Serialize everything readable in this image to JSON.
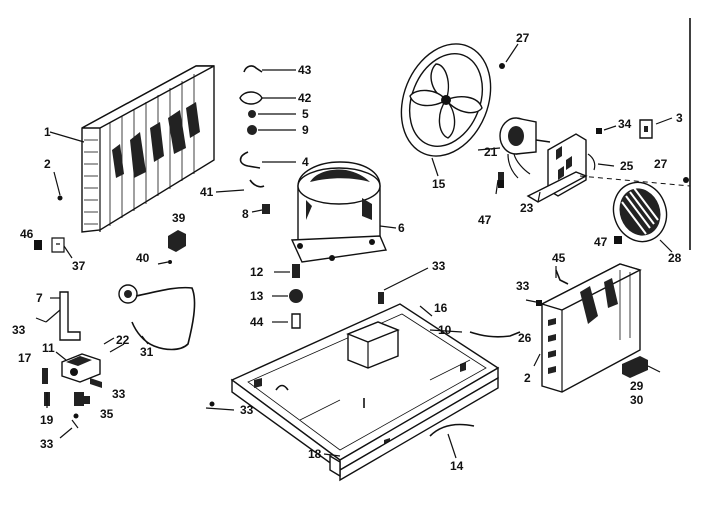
{
  "diagram": {
    "title": "",
    "callouts": [
      "1",
      "2",
      "3",
      "4",
      "5",
      "6",
      "7",
      "8",
      "9",
      "10",
      "11",
      "12",
      "13",
      "14",
      "15",
      "16",
      "17",
      "18",
      "19",
      "21",
      "22",
      "23",
      "25",
      "26",
      "27",
      "28",
      "29",
      "30",
      "31",
      "33",
      "34",
      "35",
      "37",
      "39",
      "40",
      "41",
      "42",
      "43",
      "44",
      "45",
      "46",
      "47"
    ]
  },
  "labels": {
    "l1": "1",
    "l2a": "2",
    "l46": "46",
    "l37": "37",
    "l7": "7",
    "l33a": "33",
    "l11": "11",
    "l22": "22",
    "l17": "17",
    "l33b": "33",
    "l19": "19",
    "l35": "35",
    "l33c": "33",
    "l31": "31",
    "l39a": "39",
    "l40": "40",
    "l43": "43",
    "l42": "42",
    "l5": "5",
    "l9": "9",
    "l4": "4",
    "l41": "41",
    "l8": "8",
    "l6": "6",
    "l12": "12",
    "l13": "13",
    "l44": "44",
    "l33d": "33",
    "l33e": "33",
    "l16": "16",
    "l10": "10",
    "l18": "18",
    "l14": "14",
    "l27a": "27",
    "l15": "15",
    "l21": "21",
    "l34": "34",
    "l3": "3",
    "l47a": "47",
    "l23": "23",
    "l25": "25",
    "l27b": "27",
    "l28": "28",
    "l47b": "47",
    "l45": "45",
    "l33f": "33",
    "l26": "26",
    "l2b": "2",
    "l29": "29",
    "l30": "30"
  }
}
